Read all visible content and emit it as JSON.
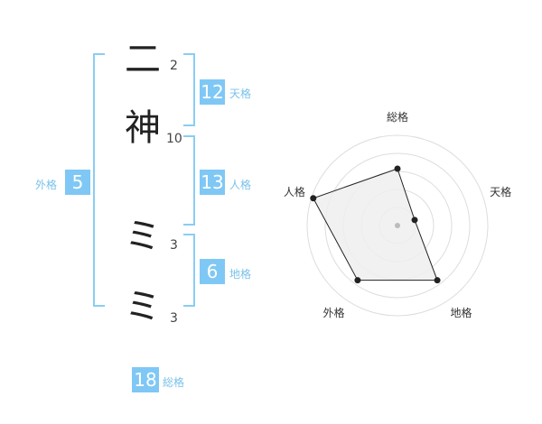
{
  "name": {
    "characters": [
      {
        "char": "二",
        "strokes": "2"
      },
      {
        "char": "神",
        "strokes": "10"
      },
      {
        "char": "ミ",
        "strokes": "3"
      },
      {
        "char": "ミ",
        "strokes": "3"
      }
    ]
  },
  "kaku": {
    "tenkaku": {
      "value": "12",
      "label": "天格"
    },
    "jinkaku": {
      "value": "13",
      "label": "人格"
    },
    "chikaku": {
      "value": "6",
      "label": "地格"
    },
    "gaikaku": {
      "value": "5",
      "label": "外格"
    },
    "soukaku": {
      "value": "18",
      "label": "総格"
    }
  },
  "radar": {
    "colors": {
      "grid": "#dddddd",
      "fill": "#eeeeee",
      "line": "#222222",
      "accent": "#7fc8f5"
    },
    "axes": [
      {
        "label": "総格",
        "value": 0.63
      },
      {
        "label": "天格",
        "value": 0.2
      },
      {
        "label": "地格",
        "value": 0.75
      },
      {
        "label": "外格",
        "value": 0.75
      },
      {
        "label": "人格",
        "value": 0.98
      }
    ],
    "scale_max": 1,
    "rings": 5
  }
}
